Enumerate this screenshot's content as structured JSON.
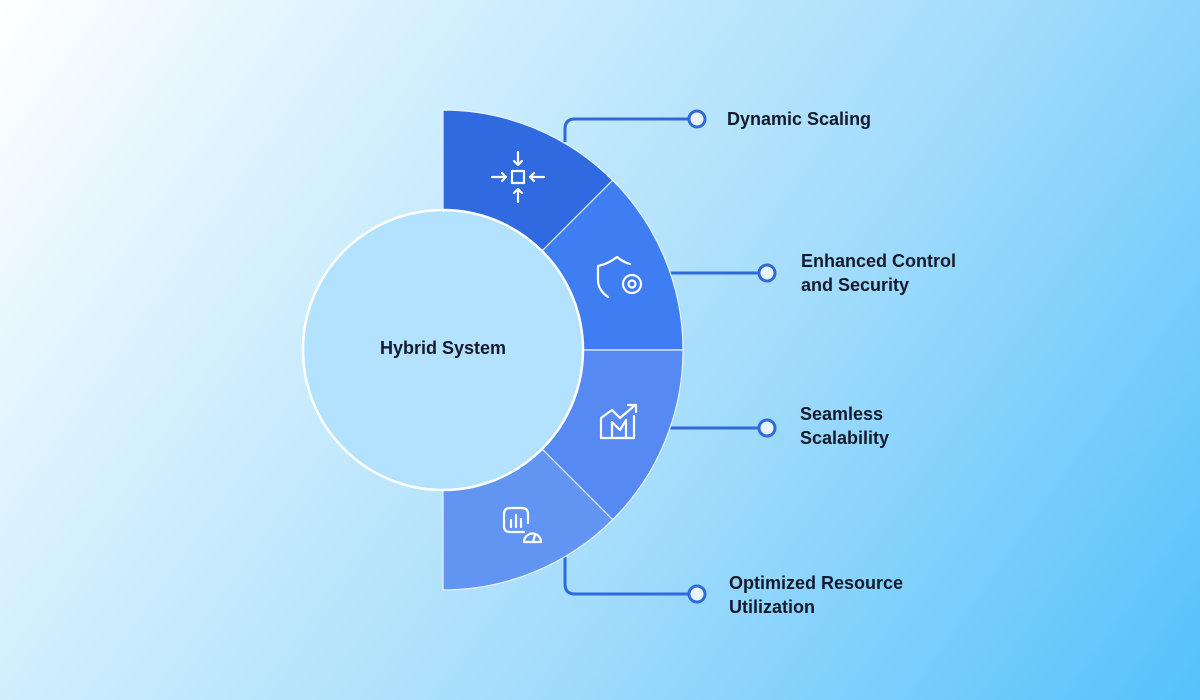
{
  "center_label": "Hybrid System",
  "items": [
    {
      "line1": "Dynamic Scaling",
      "line2": "",
      "icon": "compress-arrows-icon",
      "color": "#2f6ae0"
    },
    {
      "line1": "Enhanced Control",
      "line2": "and Security",
      "icon": "shield-gear-icon",
      "color": "#3f7ef2"
    },
    {
      "line1": "Seamless",
      "line2": "Scalability",
      "icon": "growth-chart-icon",
      "color": "#5689f1"
    },
    {
      "line1": "Optimized Resource",
      "line2": "Utilization",
      "icon": "dashboard-gauge-icon",
      "color": "#6294f2"
    }
  ],
  "line_color": "#2f6ad8"
}
